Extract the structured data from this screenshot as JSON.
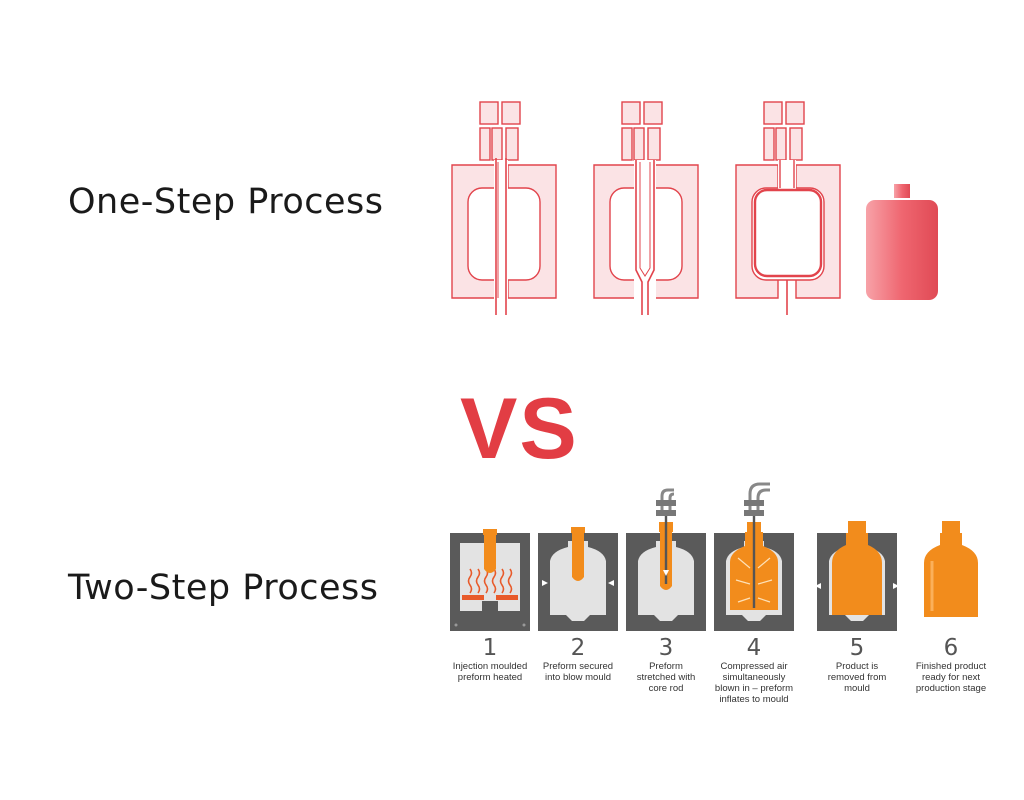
{
  "one_step": {
    "title": "One-Step Process",
    "color": "#e2444c",
    "fill": "#fbe3e5"
  },
  "vs_label": "VS",
  "two_step": {
    "title": "Two-Step Process",
    "mould_color": "#5a5a5a",
    "cavity_color": "#dcdcdc",
    "product_color": "#f28c1c",
    "steps": [
      {
        "number": "1",
        "caption": "Injection moulded preform heated"
      },
      {
        "number": "2",
        "caption": "Preform secured into blow mould"
      },
      {
        "number": "3",
        "caption": "Preform stretched with core rod"
      },
      {
        "number": "4",
        "caption": "Compressed air simultaneously blown in – preform inflates to mould"
      },
      {
        "number": "5",
        "caption": "Product is removed from mould"
      },
      {
        "number": "6",
        "caption": "Finished product ready for next production stage"
      }
    ]
  }
}
